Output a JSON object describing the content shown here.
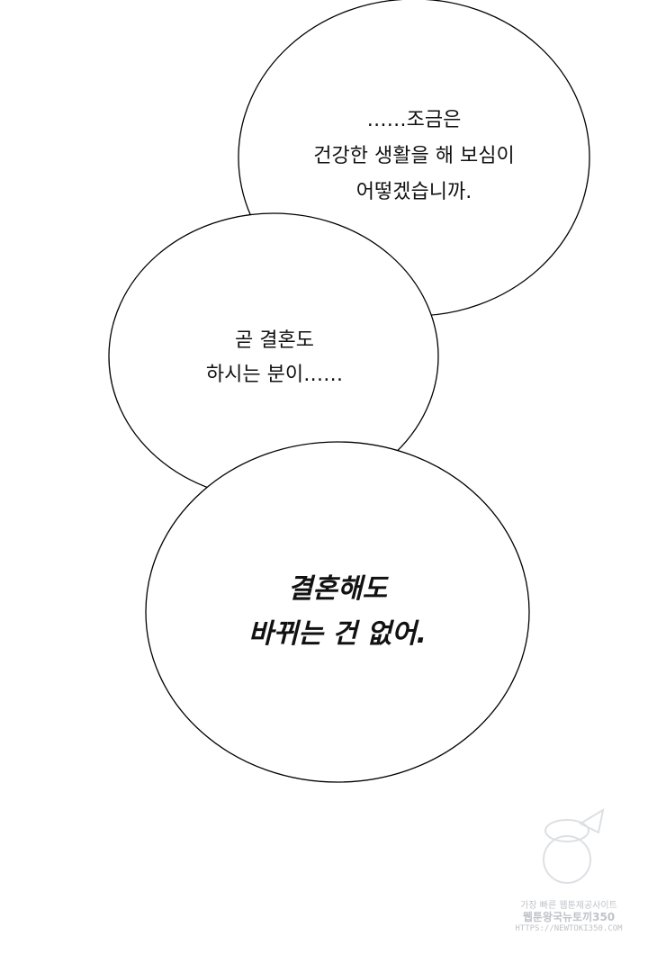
{
  "bubbles": [
    {
      "lines": [
        "……조금은",
        "건강한 생활을 해 보심이",
        "어떻겠습니까."
      ]
    },
    {
      "lines": [
        "곧 결혼도",
        "하시는 분이……"
      ]
    },
    {
      "lines": [
        "결혼해도",
        "바뀌는 건 없어."
      ]
    }
  ],
  "watermark": {
    "line1": "가장 빠른 웹툰제공사이트",
    "line2": "웹툰왕국뉴토끼350",
    "line3": "HTTPS://NEWTOKI350.COM"
  }
}
